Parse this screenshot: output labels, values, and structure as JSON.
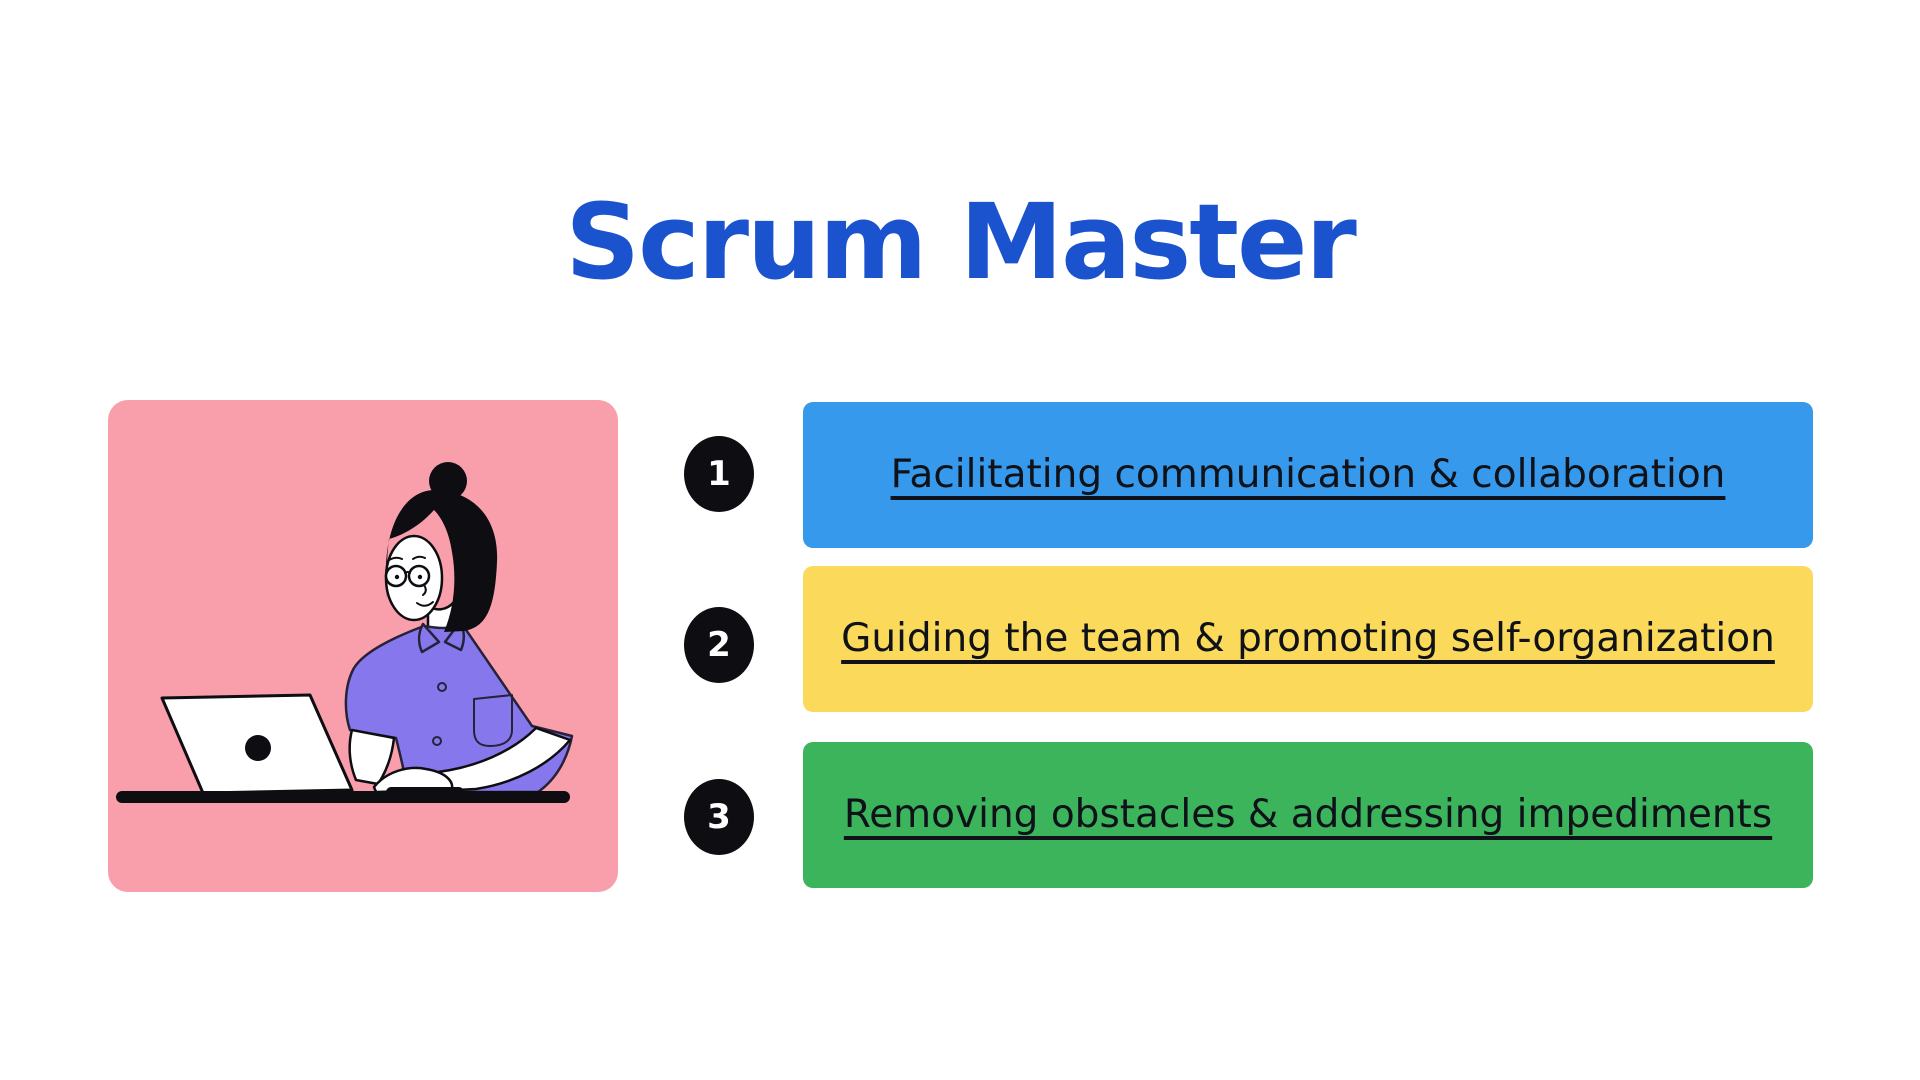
{
  "slide": {
    "title": "Scrum Master",
    "title_color": "#1B52CE",
    "background_color": "#FFFFFF",
    "text_color": "#0F1218",
    "badge_color": "#0E0E12",
    "items": [
      {
        "number": "1",
        "label": "Facilitating communication & collaboration",
        "bar_color": "#3799EB"
      },
      {
        "number": "2",
        "label": "Guiding the team & promoting self-organization",
        "bar_color": "#FBD95A"
      },
      {
        "number": "3",
        "label": "Removing obstacles & addressing impediments",
        "bar_color": "#3CB45C"
      }
    ],
    "illustration": {
      "name": "woman-working-on-laptop",
      "background_color": "#F99FAB",
      "shirt_color": "#8678EC",
      "line_color": "#0D0D12"
    }
  }
}
